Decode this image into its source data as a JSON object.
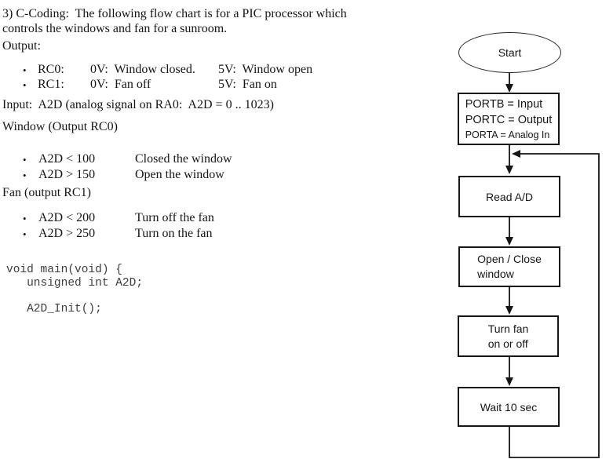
{
  "doc": {
    "title_line1": "3) C-Coding:  The following flow chart is for a PIC processor which",
    "title_line2": "controls the windows and fan for a sunroom.",
    "bullet": "•",
    "output_heading": "Output:",
    "output_rows": [
      {
        "pin": "RC0:",
        "low": "0V:  Window closed.",
        "high": "5V:  Window open"
      },
      {
        "pin": "RC1:",
        "low": "0V:  Fan off",
        "high": "5V:  Fan on"
      }
    ],
    "input_line": "Input:  A2D (analog signal on RA0:  A2D = 0 .. 1023)",
    "window_heading": "Window (Output RC0)",
    "window_rows": [
      {
        "cond": "A2D < 100",
        "action": "Closed the window"
      },
      {
        "cond": "A2D > 150",
        "action": "Open the window"
      }
    ],
    "fan_heading": "Fan (output RC1)",
    "fan_rows": [
      {
        "cond": "A2D < 200",
        "action": "Turn off the fan"
      },
      {
        "cond": "A2D > 250",
        "action": "Turn on the fan"
      }
    ],
    "code": "void main(void) {\n   unsigned int A2D;\n\n   A2D_Init();"
  },
  "flowchart": {
    "start_label": "Start",
    "init_box": {
      "line1": "PORTB = Input",
      "line2": "PORTC = Output",
      "line3": "PORTA = Analog In"
    },
    "read_box": "Read A/D",
    "window_box": {
      "line1": "Open / Close",
      "line2": "window"
    },
    "fan_box": {
      "line1": "Turn fan",
      "line2": "on or off"
    },
    "wait_box": "Wait 10 sec",
    "line_color": "#161616"
  }
}
